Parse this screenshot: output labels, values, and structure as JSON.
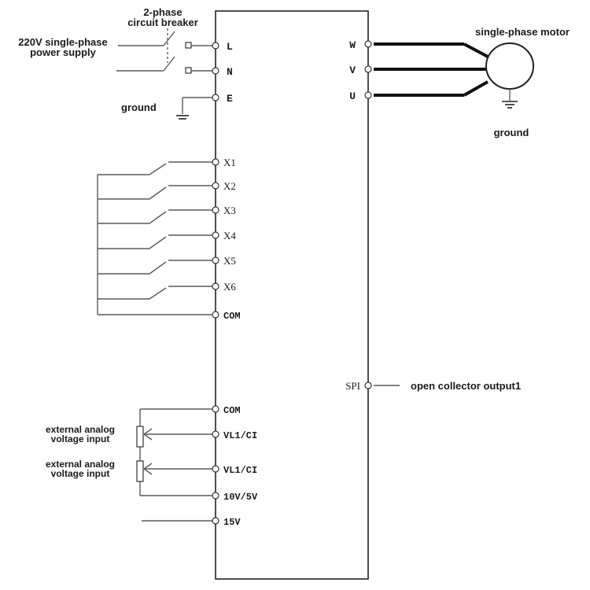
{
  "labels": {
    "breaker_line1": "2-phase",
    "breaker_line2": "circuit breaker",
    "supply_line1": "220V single-phase",
    "supply_line2": "power supply",
    "ground_left": "ground",
    "motor": "single-phase motor",
    "ground_right": "ground",
    "open_collector": "open collector output1",
    "analog1_line1": "external analog",
    "analog1_line2": "voltage input",
    "analog2_line1": "external analog",
    "analog2_line2": "voltage input"
  },
  "terminals": {
    "left": [
      {
        "id": "L",
        "text": "L"
      },
      {
        "id": "N",
        "text": "N"
      },
      {
        "id": "E",
        "text": "E"
      },
      {
        "id": "X1",
        "text": "X1"
      },
      {
        "id": "X2",
        "text": "X2"
      },
      {
        "id": "X3",
        "text": "X3"
      },
      {
        "id": "X4",
        "text": "X4"
      },
      {
        "id": "X5",
        "text": "X5"
      },
      {
        "id": "X6",
        "text": "X6"
      },
      {
        "id": "COM1",
        "text": "COM"
      },
      {
        "id": "COM2",
        "text": "COM"
      },
      {
        "id": "VI1",
        "text": "VL1/CI"
      },
      {
        "id": "VI2",
        "text": "VL1/CI"
      },
      {
        "id": "V10",
        "text": "10V/5V"
      },
      {
        "id": "V15",
        "text": "15V"
      }
    ],
    "right": [
      {
        "id": "W",
        "text": "W"
      },
      {
        "id": "V",
        "text": "V"
      },
      {
        "id": "U",
        "text": "U"
      },
      {
        "id": "SPI",
        "text": "SPI"
      }
    ]
  }
}
